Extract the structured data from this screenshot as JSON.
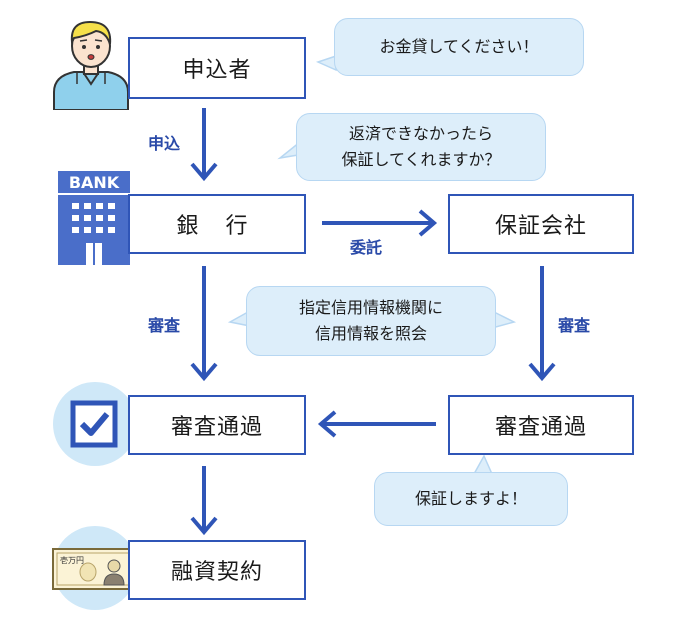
{
  "nodes": {
    "applicant": "申込者",
    "bank": "銀 行",
    "guarantor": "保証会社",
    "review_passed_bank": "審査通過",
    "review_passed_guarantor": "審査通過",
    "loan_contract": "融資契約"
  },
  "bubbles": {
    "applicant": "お金貸してください！",
    "bank": "返済できなかったら\n保証してくれますか？",
    "credit_check": "指定信用情報機関に\n信用情報を照会",
    "guarantor": "保証しますよ！"
  },
  "edge_labels": {
    "apply": "申込",
    "entrust": "委託",
    "review_bank": "審査",
    "review_guarantor": "審査"
  },
  "icons": {
    "bank_sign": "BANK",
    "banknote_text": "壱万円"
  },
  "colors": {
    "accent": "#2f55b7",
    "bubble_fill": "#ddeefa",
    "circle_fill": "#cfe8f8"
  }
}
